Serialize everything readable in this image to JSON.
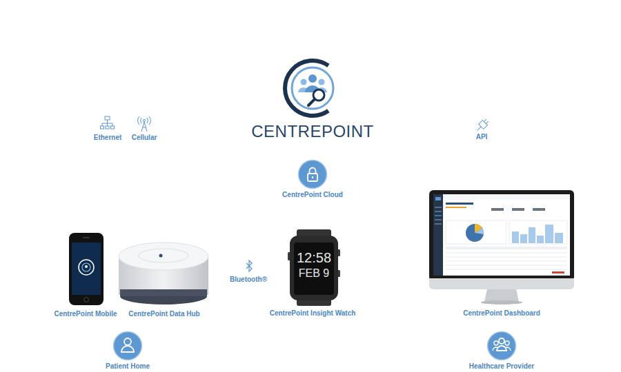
{
  "diagram": {
    "title": "CENTREPOINT",
    "nodes": [
      {
        "text": [
          "CentrePoint Cloud"
        ]
      },
      {
        "text": [
          "Patient Home"
        ]
      },
      {
        "text": [
          "Healthcare Provider"
        ]
      }
    ],
    "labels": [
      "Ethernet",
      "Cellular",
      "API",
      "12:58",
      "FEB 9",
      "Bluetooth®",
      "CentrePoint Mobile",
      "CentrePoint Data Hub",
      "CentrePoint Insight Watch",
      "CentrePoint Dashboard"
    ]
  }
}
